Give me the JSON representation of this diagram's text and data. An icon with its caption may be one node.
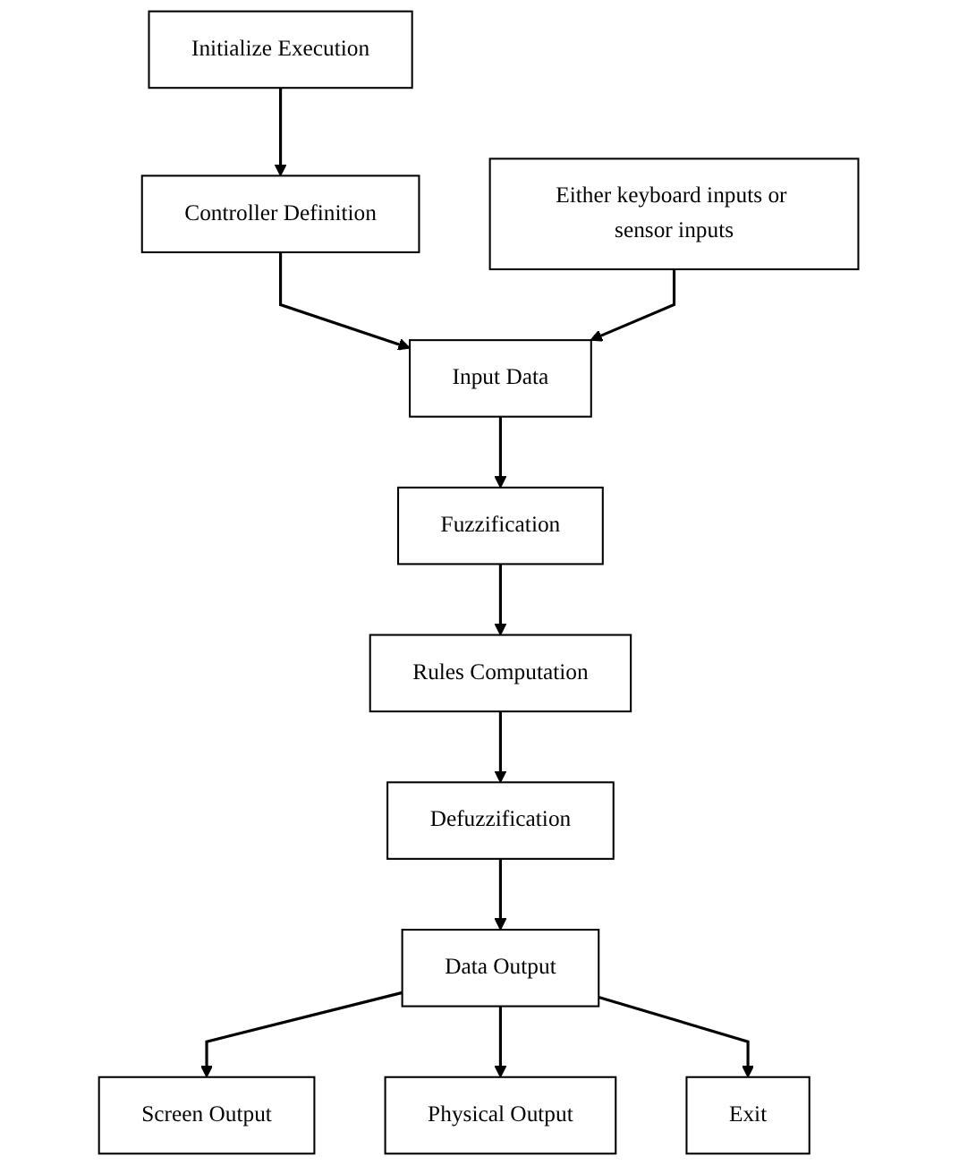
{
  "diagram": {
    "nodes": [
      {
        "text": [
          "Initialize Execution"
        ]
      },
      {
        "text": [
          "Controller Definition"
        ]
      },
      {
        "text": [
          "Either keyboard inputs or sensor inputs"
        ]
      },
      {
        "text": [
          "Input Data"
        ]
      },
      {
        "text": [
          "Fuzzification"
        ]
      },
      {
        "text": [
          "Rules Computation"
        ]
      },
      {
        "text": [
          "Defuzzification"
        ]
      },
      {
        "text": [
          "Screen Output"
        ]
      },
      {
        "text": [
          "Data Output"
        ]
      },
      {
        "text": [
          "Physical Output"
        ]
      },
      {
        "text": [
          "Exit"
        ]
      }
    ],
    "edges": [
      {
        "from": 0,
        "to": 1,
        "arrow": "to"
      },
      {
        "from": 1,
        "to": 3,
        "arrow": "to"
      },
      {
        "from": 2,
        "to": 3,
        "arrow": "to"
      },
      {
        "from": 3,
        "to": 4,
        "arrow": "to"
      },
      {
        "from": 4,
        "to": 5,
        "arrow": "to"
      },
      {
        "from": 5,
        "to": 6,
        "arrow": "to"
      },
      {
        "from": 6,
        "to": 8,
        "arrow": "to"
      },
      {
        "from": 8,
        "to": 7,
        "arrow": "to"
      },
      {
        "from": 8,
        "to": 9,
        "arrow": "to"
      },
      {
        "from": 8,
        "to": 10,
        "arrow": "to"
      }
    ]
  }
}
